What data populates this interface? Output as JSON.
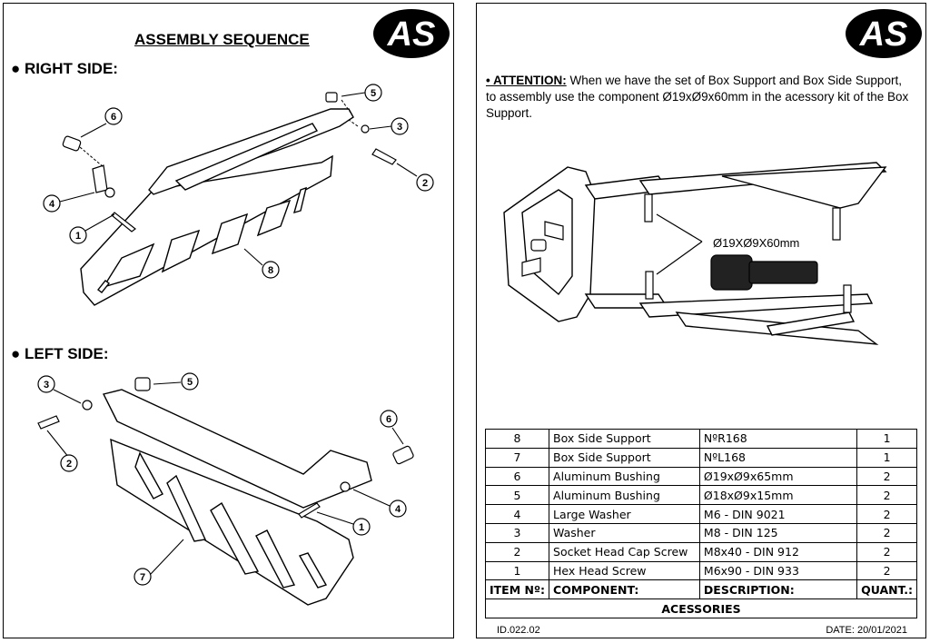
{
  "logo_text": "AS",
  "left": {
    "title": "ASSEMBLY SEQUENCE",
    "right_side_heading": "● RIGHT SIDE:",
    "left_side_heading": "● LEFT SIDE:",
    "right_callouts": [
      "6",
      "5",
      "3",
      "2",
      "4",
      "1",
      "8"
    ],
    "left_callouts": [
      "3",
      "5",
      "6",
      "2",
      "4",
      "1",
      "7"
    ]
  },
  "right": {
    "attention_label": "• ATTENTION:",
    "attention_text": " When we have the set of Box Support  and Box Side Support, to assembly use the component Ø19xØ9x60mm in the acessory kit of the Box Support.",
    "dimension_label": "Ø19XØ9X60mm",
    "bom": {
      "rows": [
        {
          "item": "8",
          "component": "Box Side Support",
          "description": "NºR168",
          "qty": "1"
        },
        {
          "item": "7",
          "component": "Box Side Support",
          "description": "NºL168",
          "qty": "1"
        },
        {
          "item": "6",
          "component": "Aluminum Bushing",
          "description": "Ø19xØ9x65mm",
          "qty": "2"
        },
        {
          "item": "5",
          "component": "Aluminum Bushing",
          "description": "Ø18xØ9x15mm",
          "qty": "2"
        },
        {
          "item": "4",
          "component": "Large Washer",
          "description": "M6 - DIN 9021",
          "qty": "2"
        },
        {
          "item": "3",
          "component": "Washer",
          "description": "M8 - DIN 125",
          "qty": "2"
        },
        {
          "item": "2",
          "component": "Socket Head Cap Screw",
          "description": "M8x40 - DIN 912",
          "qty": "2"
        },
        {
          "item": "1",
          "component": "Hex Head Screw",
          "description": "M6x90 - DIN 933",
          "qty": "2"
        }
      ],
      "header": {
        "item": "ITEM Nº:",
        "component": "COMPONENT:",
        "description": "DESCRIPTION:",
        "qty": "QUANT.:"
      },
      "footer_label": "ACESSORIES"
    },
    "doc_id": "ID.022.02",
    "date": "DATE: 20/01/2021"
  }
}
